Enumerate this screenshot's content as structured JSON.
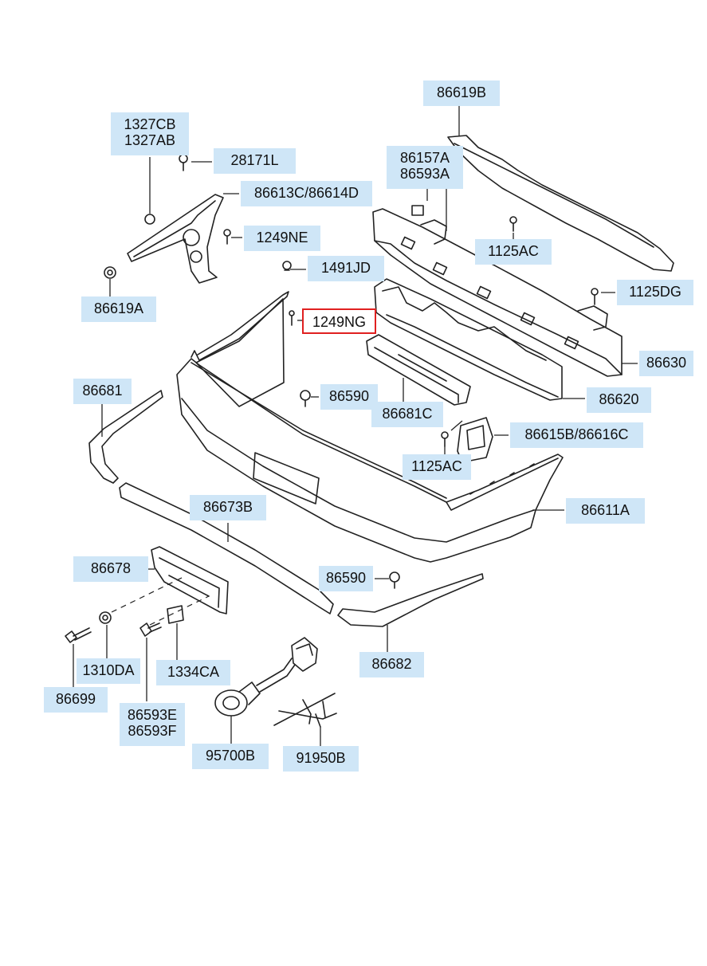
{
  "theme": {
    "label_bg": "#cfe6f7",
    "selected_border": "#e02020",
    "line": "#222222"
  },
  "labels": {
    "p86619B": [
      "86619B"
    ],
    "p1327CB": [
      "1327CB",
      "1327AB"
    ],
    "p28171L": [
      "28171L"
    ],
    "p86613C": [
      "86613C/86614D"
    ],
    "p1249NE": [
      "1249NE"
    ],
    "p86619A": [
      "86619A"
    ],
    "p86157A": [
      "86157A",
      "86593A"
    ],
    "p1125AC_top": [
      "1125AC"
    ],
    "p1491JD": [
      "1491JD"
    ],
    "p1249NG": [
      "1249NG"
    ],
    "p1125DG": [
      "1125DG"
    ],
    "p86630": [
      "86630"
    ],
    "p86681": [
      "86681"
    ],
    "p86590_top": [
      "86590"
    ],
    "p86620": [
      "86620"
    ],
    "p86681C": [
      "86681C"
    ],
    "p86615B": [
      "86615B/86616C"
    ],
    "p1125AC_low": [
      "1125AC"
    ],
    "p86611A": [
      "86611A"
    ],
    "p86673B": [
      "86673B"
    ],
    "p86678": [
      "86678"
    ],
    "p86590_low": [
      "86590"
    ],
    "p1310DA": [
      "1310DA"
    ],
    "p1334CA": [
      "1334CA"
    ],
    "p86682": [
      "86682"
    ],
    "p86699": [
      "86699"
    ],
    "p86593E": [
      "86593E",
      "86593F"
    ],
    "p95700B": [
      "95700B"
    ],
    "p91950B": [
      "91950B"
    ]
  },
  "selected": "p1249NG"
}
